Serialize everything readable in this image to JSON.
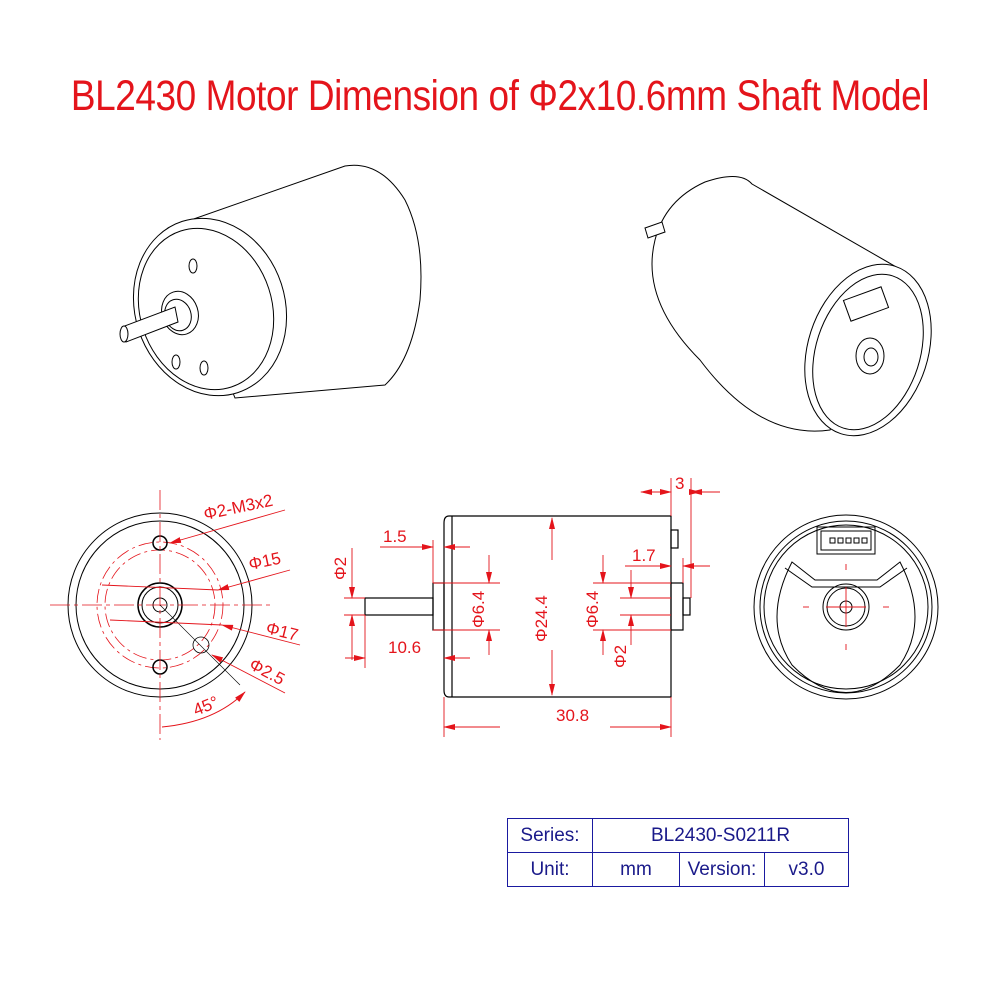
{
  "title": "BL2430 Motor Dimension of Φ2x10.6mm Shaft Model",
  "colors": {
    "title": "#e4141b",
    "dimension": "#e4141b",
    "outline": "#000000",
    "table": "#1a1aa0"
  },
  "views": {
    "iso_front": {
      "label": "isometric-front-view"
    },
    "iso_rear": {
      "label": "isometric-rear-view"
    },
    "front": {
      "dims": {
        "mount_holes": "Φ2-M3x2",
        "pcd_inner": "Φ15",
        "pcd_outer": "Φ17",
        "vent_hole": "Φ2.5",
        "angle": "45°"
      }
    },
    "side": {
      "dims": {
        "top_offset": "3",
        "boss_length": "1.5",
        "shaft_dia": "Φ2",
        "boss_dia_front": "Φ6.4",
        "body_dia": "Φ24.4",
        "rear_boss_dia": "Φ6.4",
        "rear_shaft_dia": "Φ2",
        "rear_protrusion": "1.7",
        "shaft_length": "10.6",
        "body_length": "30.8"
      }
    },
    "rear": {
      "connector_pins": 5
    }
  },
  "spec_table": {
    "series_label": "Series:",
    "series_value": "BL2430-S0211R",
    "unit_label": "Unit:",
    "unit_value": "mm",
    "version_label": "Version:",
    "version_value": "v3.0"
  }
}
